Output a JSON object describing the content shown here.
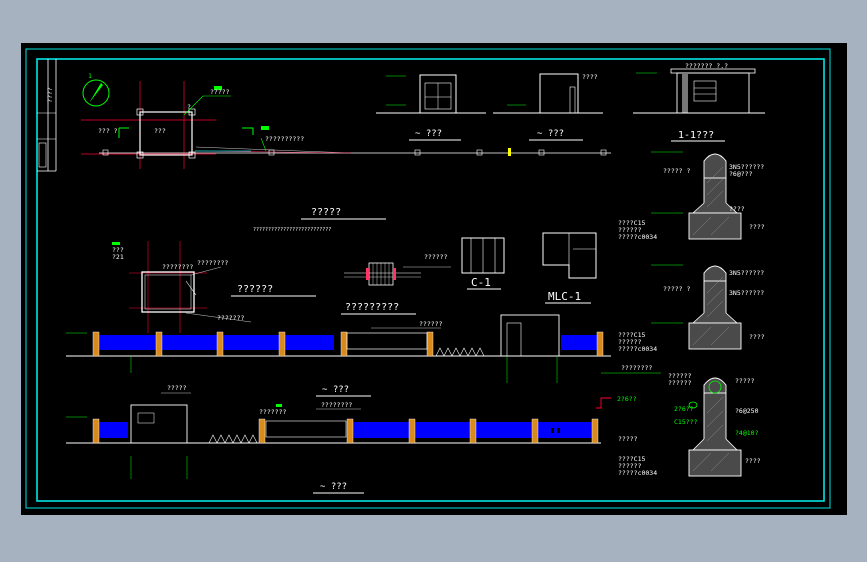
{
  "colors": {
    "background": "#a7b2c1",
    "sheet": "#000000",
    "frame": "#00e5e5",
    "line": "#ffffff",
    "wall_fill": "#0000ff",
    "pillar": "#d98a1c",
    "leader": "#00ff00",
    "axis": "#ff0033",
    "hatch": "#b0b0b0"
  },
  "title_block": {
    "vertical_text": "????"
  },
  "site_plan": {
    "north_label": "1",
    "room_label": "???",
    "label_left": "??? ?",
    "label_top": "?????",
    "label_right": "??????????",
    "label_small": "?",
    "title": "?????",
    "note": "??????????????????????????"
  },
  "guard_plan": {
    "label_a": "???",
    "label_b": "?21",
    "label_c": "????????",
    "label_d": "????????",
    "label_e": "???????",
    "title": "??????"
  },
  "gate_detail": {
    "label": "??????",
    "title": "?????????"
  },
  "window_c1": {
    "title": "C-1"
  },
  "door_mlc1": {
    "title": "MLC-1"
  },
  "elevations": {
    "front_title": "~ ???",
    "side_title": "~ ???",
    "section_title": "1-1???",
    "section_label": "??????? ?.?",
    "side_label": "????"
  },
  "fence_elev_1": {
    "label_a": "??????",
    "title": "~ ???"
  },
  "fence_elev_2": {
    "label_a": "?????",
    "label_b": "???????",
    "label_c": "????????",
    "title": "~ ???"
  },
  "wall_sections": {
    "sec1": {
      "label_top_left": "????? ?",
      "label_top_right": "3N5??????",
      "label_top_right2": "?6@???",
      "label_mid_right": "????",
      "label_low_left": "????C15",
      "label_low_left2": "??????",
      "label_low_left3": "?????c0034",
      "label_low_right": "????"
    },
    "sec2": {
      "label_top_left": "????? ?",
      "label_top_right": "3N5??????",
      "label_top_right2": "3N5??????",
      "label_low_left": "????C15",
      "label_low_left2": "??????",
      "label_low_left3": "?????c0034",
      "label_low_right": "????"
    },
    "sec3": {
      "label_top_left": "????????",
      "label_top_right": "??????",
      "label_top_right2": "??????",
      "label_red": "2?6??",
      "label_green1": "2?6??",
      "label_green2": "C15???",
      "label_right": "?6@250",
      "label_right2": "?????",
      "label_right3": "?4@10?",
      "label_mid_left": "?????",
      "label_low_left": "????C15",
      "label_low_left2": "??????",
      "label_low_left3": "?????c0034",
      "label_low_right": "????"
    }
  }
}
